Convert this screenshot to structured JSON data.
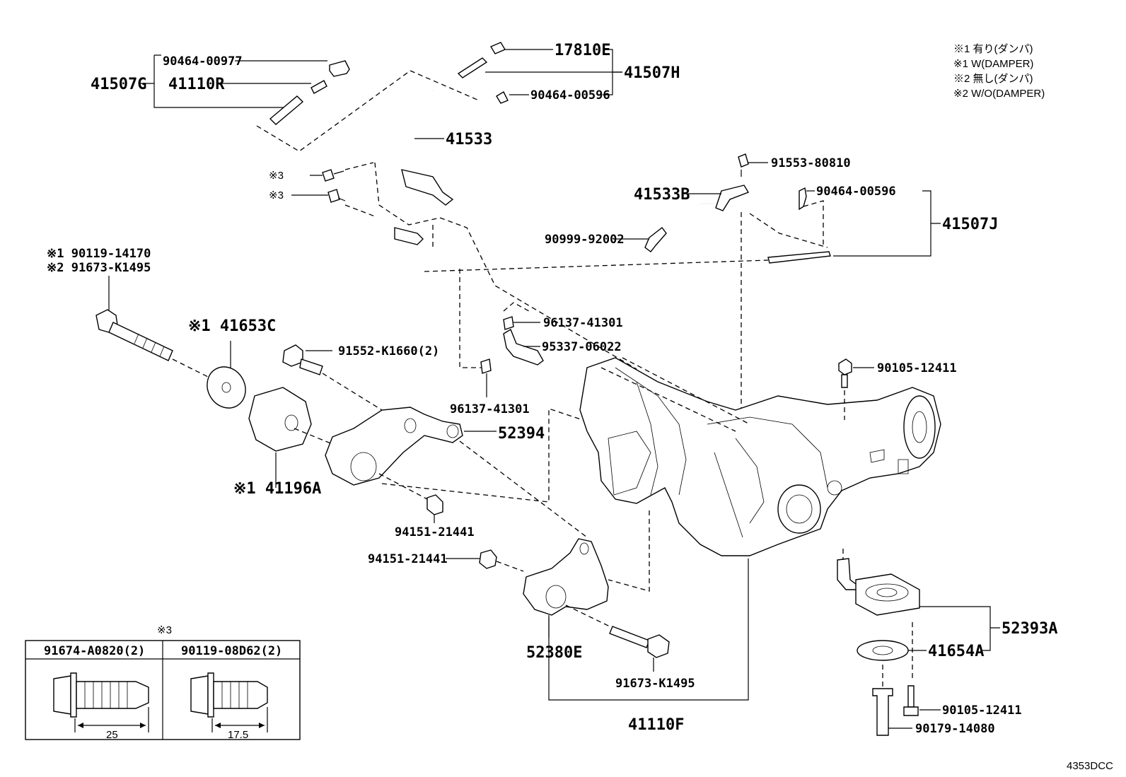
{
  "legend": {
    "lines": [
      "※1 有り(ダンパ)",
      "※1 W(DAMPER)",
      "※2 無し(ダンパ)",
      "※2 W/O(DAMPER)"
    ]
  },
  "labels": {
    "l_90464_00977": "90464-00977",
    "l_41507G": "41507G",
    "l_41110R": "41110R",
    "l_17810E": "17810E",
    "l_41507H": "41507H",
    "l_90464_00596_top": "90464-00596",
    "l_41533": "41533",
    "l_note3_a": "※3",
    "l_note3_b": "※3",
    "l_91553_80810": "91553-80810",
    "l_41533B": "41533B",
    "l_90464_00596_right": "90464-00596",
    "l_41507J": "41507J",
    "l_90999_92002": "90999-92002",
    "l_bolt_w": "※1 90119-14170",
    "l_bolt_wo": "※2 91673-K1495",
    "l_41653C": "※1 41653C",
    "l_91552": "91552-K1660(2)",
    "l_96137_top": "96137-41301",
    "l_95337": "95337-06022",
    "l_96137_bottom": "96137-41301",
    "l_90105_top": "90105-12411",
    "l_52394": "52394",
    "l_41196A": "※1 41196A",
    "l_94151_right": "94151-21441",
    "l_94151_left": "94151-21441",
    "l_52393A": "52393A",
    "l_41654A": "41654A",
    "l_52380E": "52380E",
    "l_91673_K1495": "91673-K1495",
    "l_90105_bottom": "90105-12411",
    "l_90179": "90179-14080",
    "l_41110F": "41110F",
    "l_code": "4353DCC"
  },
  "inset": {
    "mark": "※3",
    "col1_title": "91674-A0820(2)",
    "col2_title": "90119-08D62(2)",
    "col1_dim": "25",
    "col2_dim": "17.5"
  }
}
